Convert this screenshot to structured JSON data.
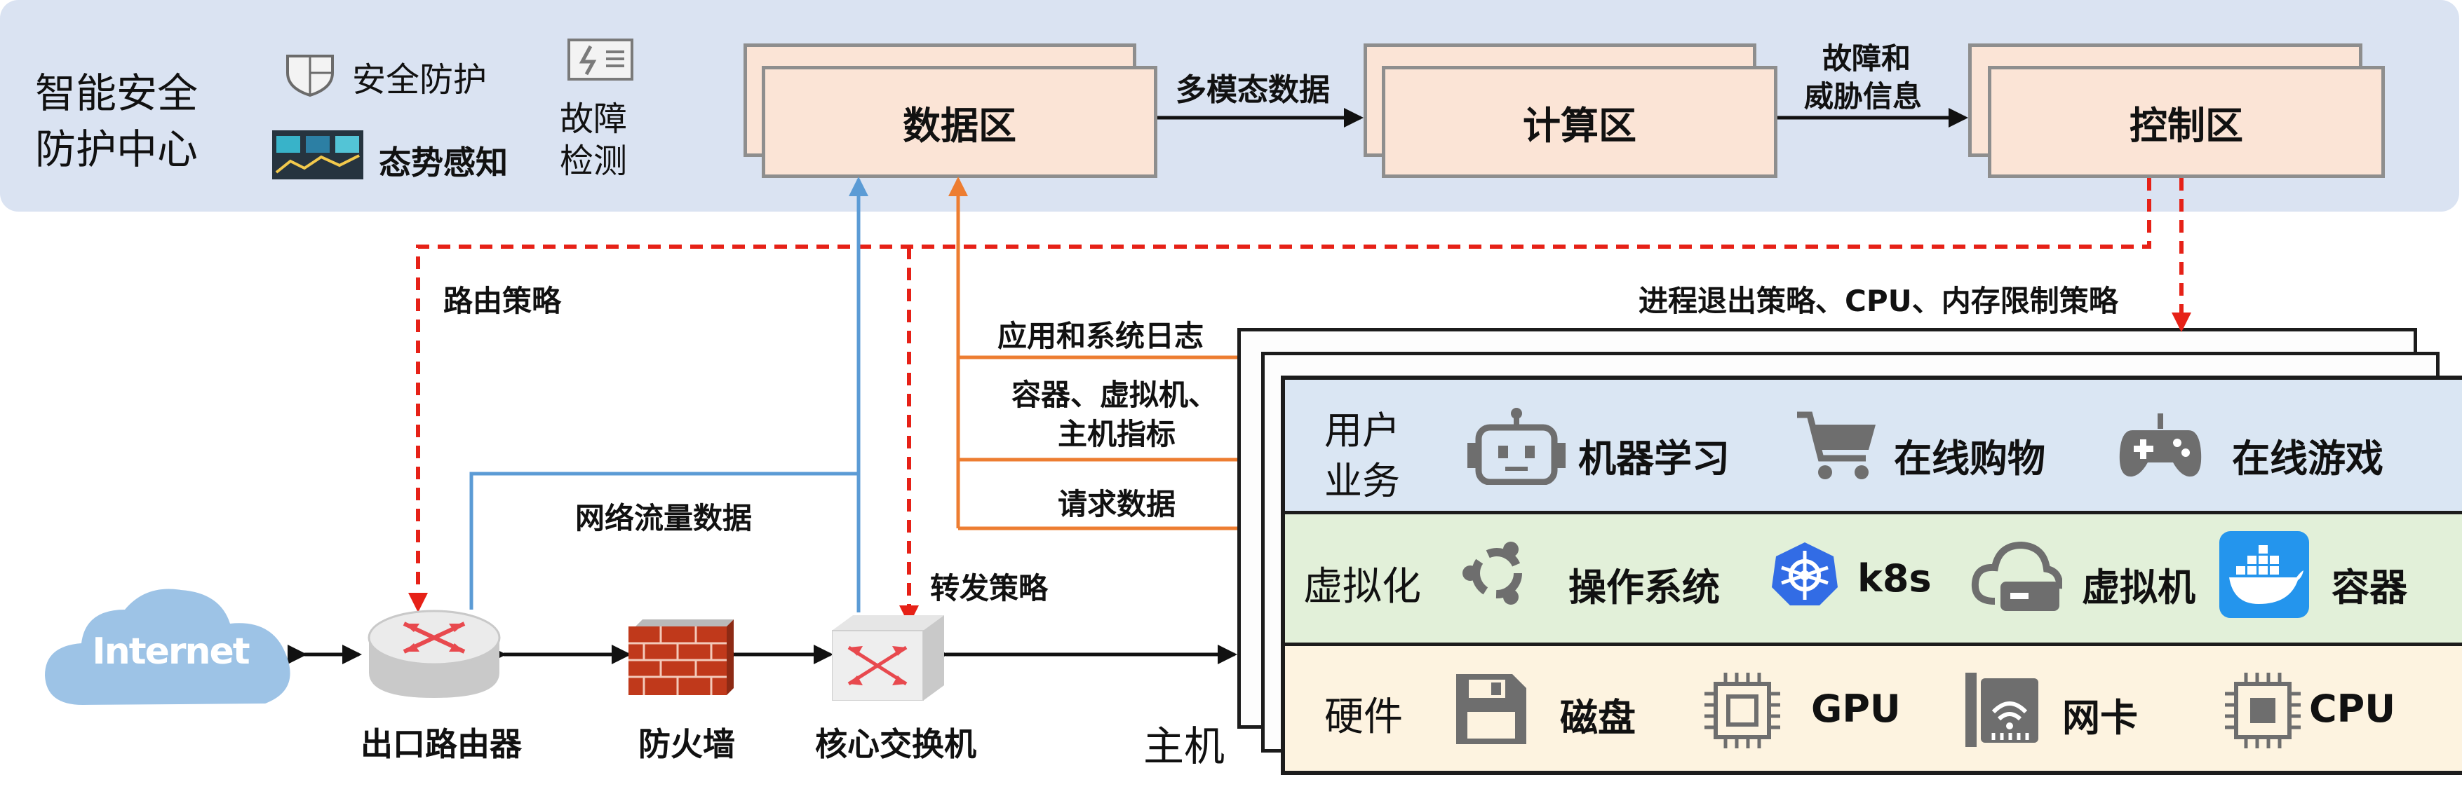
{
  "center": {
    "title_line1": "智能安全",
    "title_line2": "防护中心",
    "tools": [
      {
        "icon": "shield-icon",
        "label": "安全防护"
      },
      {
        "icon": "dashboard-screen-icon",
        "label": "态势感知"
      },
      {
        "icon": "fault-monitor-icon",
        "label_line1": "故障",
        "label_line2": "检测"
      }
    ]
  },
  "zones": {
    "data": "数据区",
    "compute": "计算区",
    "control": "控制区"
  },
  "flows": {
    "data_to_compute": "多模态数据",
    "compute_to_control_line1": "故障和",
    "compute_to_control_line2": "威胁信息",
    "routing_policy": "路由策略",
    "process_policy": "进程退出策略、CPU、内存限制策略",
    "app_logs": "应用和系统日志",
    "metrics_line1": "容器、虚拟机、",
    "metrics_line2": "主机指标",
    "request_data": "请求数据",
    "network_traffic": "网络流量数据",
    "forward_policy": "转发策略"
  },
  "network": {
    "internet": "Internet",
    "router": "出口路由器",
    "firewall": "防火墙",
    "core_switch": "核心交换机",
    "host": "主机"
  },
  "host_layers": {
    "user_business": {
      "title_line1": "用户",
      "title_line2": "业务",
      "items": [
        {
          "icon": "robot-icon",
          "label": "机器学习"
        },
        {
          "icon": "shopping-cart-icon",
          "label": "在线购物"
        },
        {
          "icon": "gamepad-icon",
          "label": "在线游戏"
        }
      ]
    },
    "virtualization": {
      "title": "虚拟化",
      "items": [
        {
          "icon": "ubuntu-icon",
          "label": "操作系统"
        },
        {
          "icon": "kubernetes-icon",
          "label": "k8s"
        },
        {
          "icon": "cloud-vm-icon",
          "label": "虚拟机"
        },
        {
          "icon": "docker-icon",
          "label": "容器"
        }
      ]
    },
    "hardware": {
      "title": "硬件",
      "items": [
        {
          "icon": "floppy-disk-icon",
          "label": "磁盘"
        },
        {
          "icon": "gpu-chip-icon",
          "label": "GPU"
        },
        {
          "icon": "network-card-icon",
          "label": "网卡"
        },
        {
          "icon": "cpu-chip-icon",
          "label": "CPU"
        }
      ]
    }
  },
  "colors": {
    "panel_bg": "#dae3f2",
    "zone_fill": "#fbe4d6",
    "zone_border": "#8e8e8e",
    "policy_dashed": "#e62117",
    "log_orange": "#ed7d31",
    "traffic_blue": "#5b9bd5",
    "row_user": "#dae6f3",
    "row_virtual": "#e2f0d9",
    "row_hardware": "#fdf3e0"
  }
}
